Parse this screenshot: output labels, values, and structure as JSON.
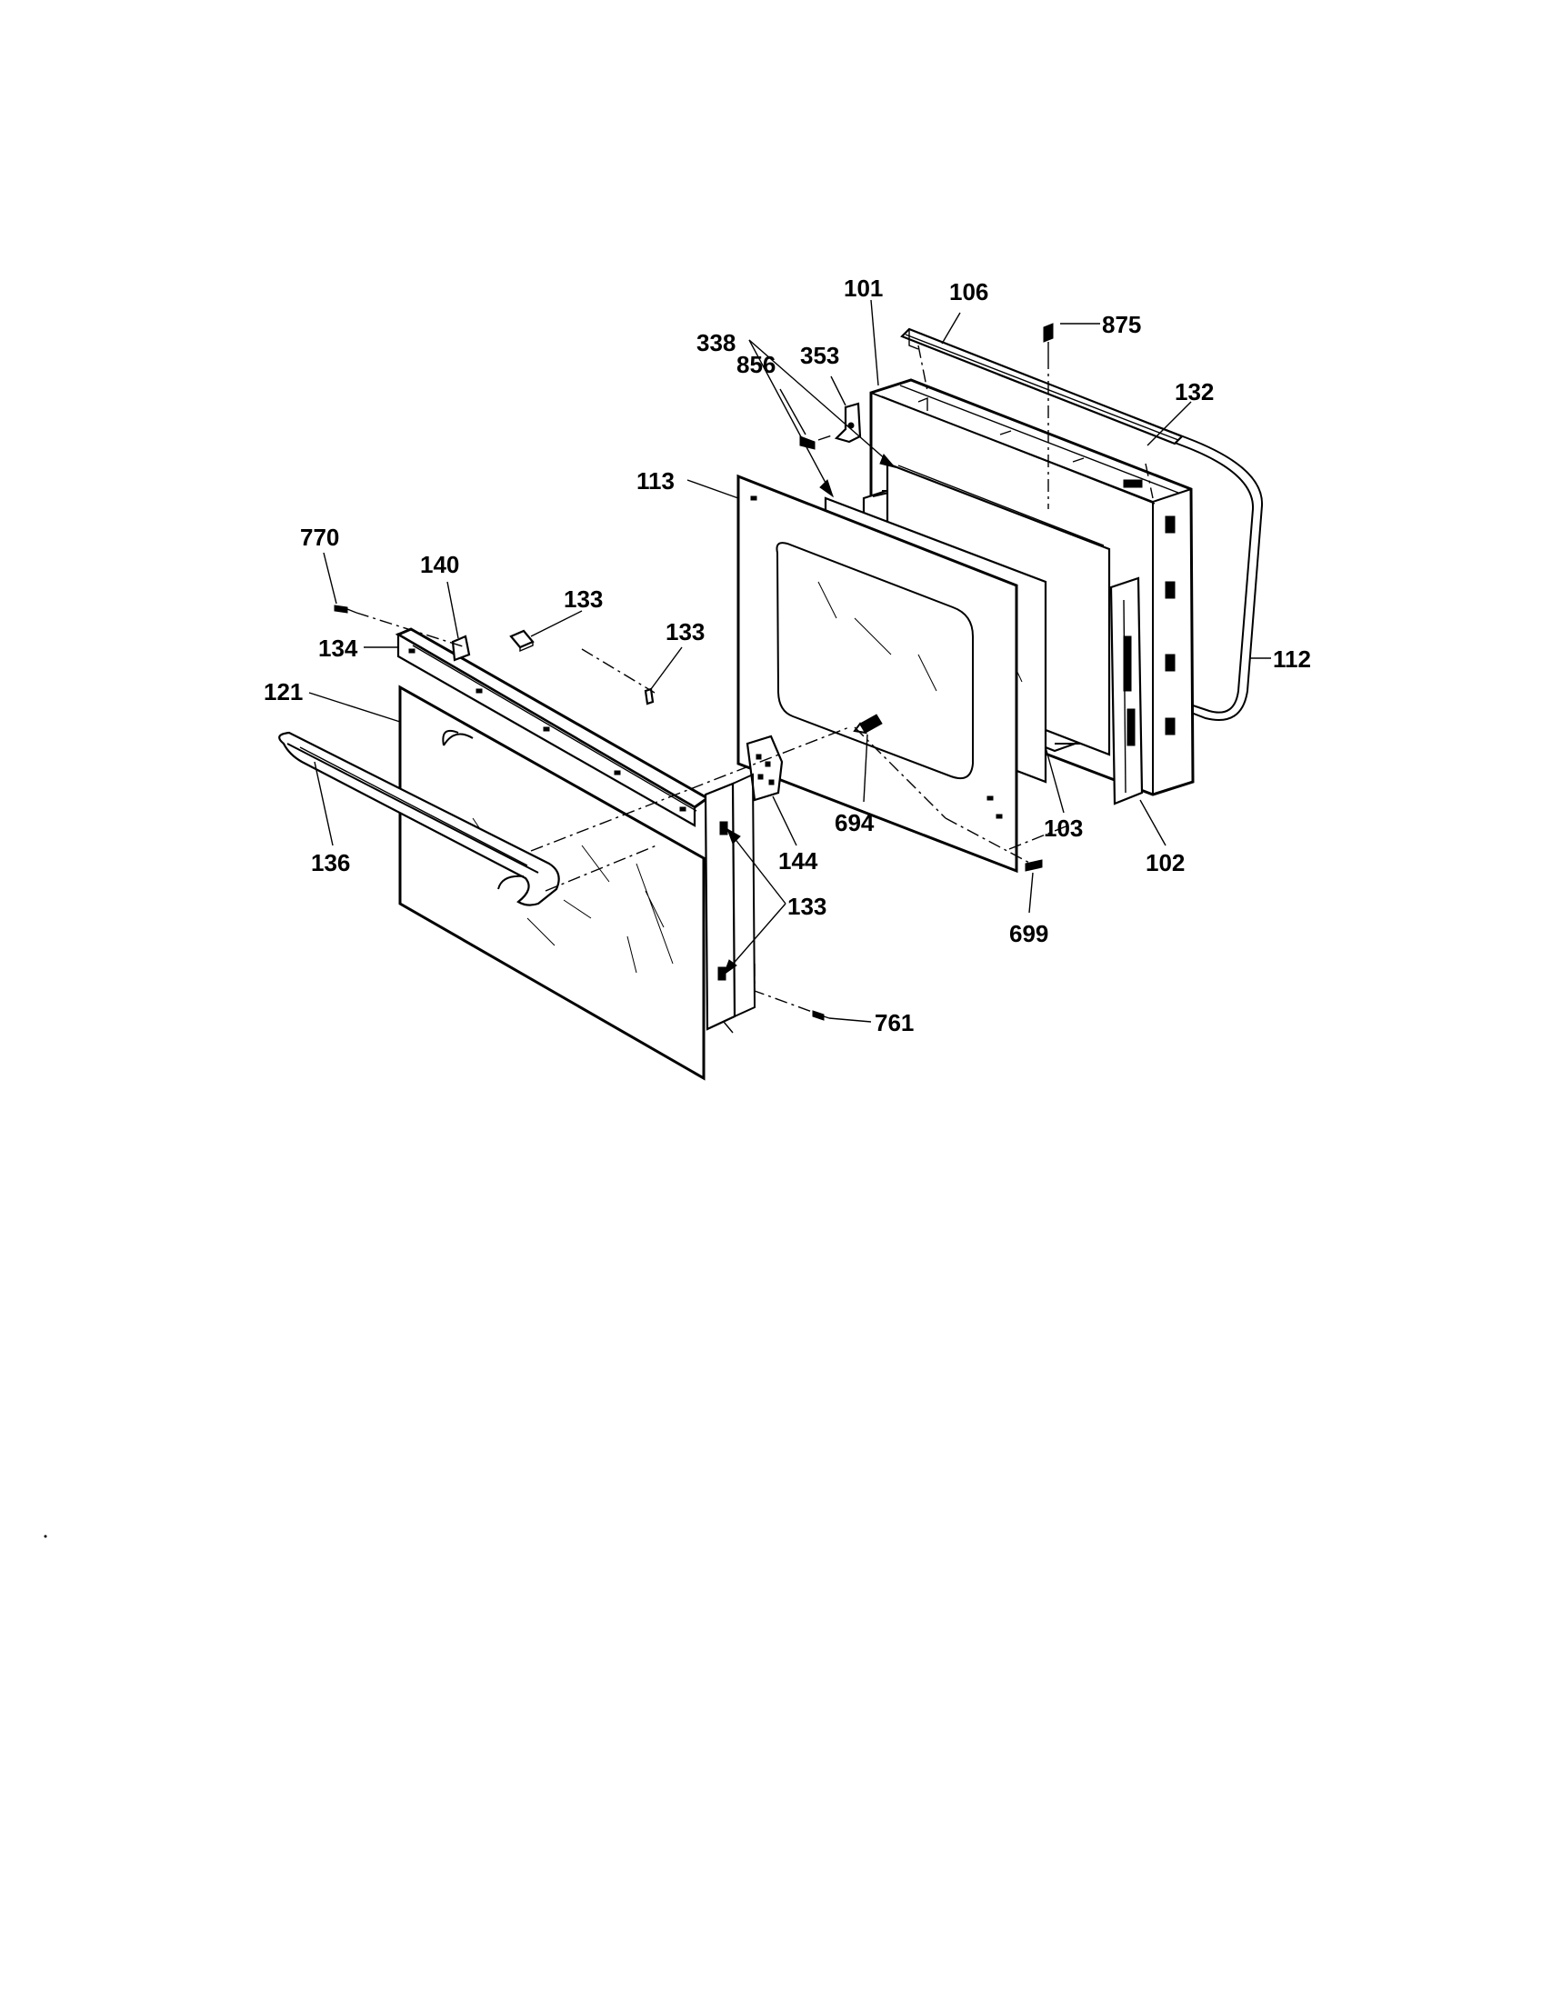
{
  "diagram": {
    "part_labels": {
      "p101": "101",
      "p106": "106",
      "p875": "875",
      "p856": "856",
      "p353": "353",
      "p132": "132",
      "p338": "338",
      "p113": "113",
      "p770": "770",
      "p140": "140",
      "p133a": "133",
      "p133b": "133",
      "p134": "134",
      "p121": "121",
      "p112": "112",
      "p694": "694",
      "p103": "103",
      "p136": "136",
      "p144": "144",
      "p102": "102",
      "p133c": "133",
      "p699": "699",
      "p761": "761"
    }
  }
}
